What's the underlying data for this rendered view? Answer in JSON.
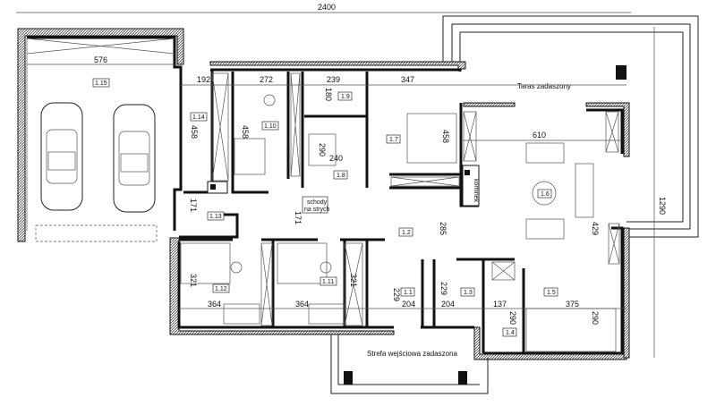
{
  "title": "Floor plan",
  "annotations": {
    "terrace": "Taras zadaszony",
    "entrance": "Strefa wejściowa zadaszona",
    "stairs_line1": "schody",
    "stairs_line2": "na strych",
    "fireplace": "kominek"
  },
  "rooms": [
    "1.1",
    "1.2",
    "1.3",
    "1.4",
    "1.5",
    "1.6",
    "1.7",
    "1.8",
    "1.9",
    "1.10",
    "1.11",
    "1.12",
    "1.13",
    "1.14",
    "1.15"
  ],
  "dimensions": {
    "total_width": "2400",
    "garage_width": "576",
    "hall_width": "192",
    "room110_width": "272",
    "room19_width": "239",
    "room19_depth": "180",
    "room17_width": "347",
    "hall_depth": "458",
    "room110_depth": "458",
    "room18_depth": "290",
    "room18_width": "240",
    "room17_depth": "458",
    "living_width": "610",
    "terrace_depth": "1290",
    "living_depth": "429",
    "hall113_depth": "171",
    "stair_depth": "171",
    "room112_width": "364",
    "room112_depth": "321",
    "room111_width": "364",
    "room111_depth": "321",
    "room11_width": "204",
    "room11_depth": "229",
    "room13_width": "204",
    "room13_depth": "229",
    "hall12_depth": "285",
    "room14_width": "137",
    "room14_depth": "290",
    "kitchen_width": "375",
    "kitchen_depth": "290"
  }
}
